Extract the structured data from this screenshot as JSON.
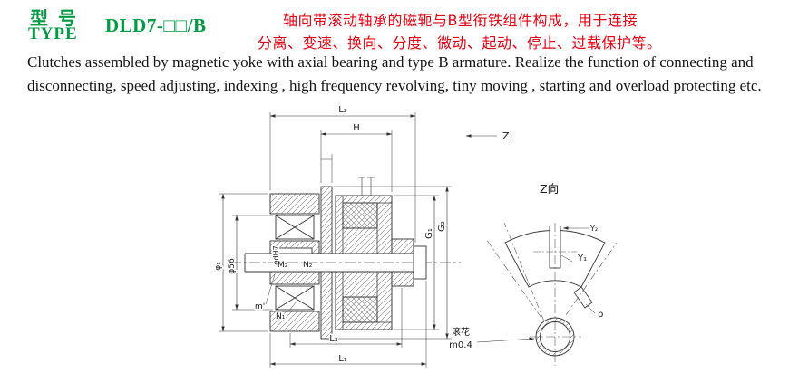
{
  "header": {
    "type_label_cn": "型 号",
    "type_label_en": "TYPE",
    "model_code": "DLD7-□□/B",
    "desc_cn": [
      "轴向带滚动轴承的磁轭与B型衔铁组件构成，用于连接",
      "分离、变速、换向、分度、微动、起动、停止、过载保护等。"
    ],
    "desc_en": [
      "Clutches assembled by magnetic yoke with axial bearing and type B armature. Realize the function of connecting and",
      "disconnecting, speed adjusting, indexing , high frequency revolving, tiny moving , starting and overload protecting etc."
    ]
  },
  "colors": {
    "brand_green": "#009a44",
    "accent_red": "#e60012",
    "line": "#333333"
  },
  "drawing": {
    "labels": {
      "L2": "L₂",
      "H": "H",
      "Z": "Z",
      "G1": "G₁",
      "G2": "G₂",
      "phi1": "φ₁",
      "phi56": "φ56",
      "bore_fit": "φdH7",
      "M2": "M₂",
      "N2": "N₂",
      "N1": "N₁",
      "m_prime": "m'",
      "L3": "L₃",
      "L1": "L₁",
      "Z_view": "Z向",
      "Y1": "Y₁",
      "Y2": "Y₂",
      "b": "b",
      "knurl_line1": "滚花",
      "knurl_line2": "m0.4"
    }
  }
}
